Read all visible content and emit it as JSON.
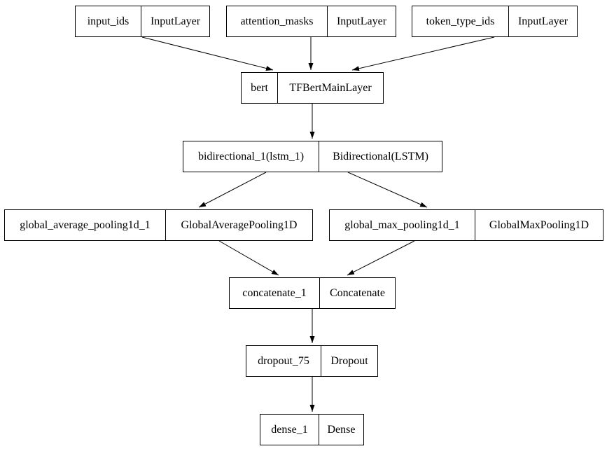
{
  "diagram": {
    "kind": "keras-model-graph",
    "colors": {
      "background": "#ffffff",
      "node_fill": "#ffffff",
      "node_border": "#000000",
      "edge": "#000000",
      "text": "#000000"
    },
    "nodes": [
      {
        "name": "input_ids",
        "layer_type": "InputLayer"
      },
      {
        "name": "attention_masks",
        "layer_type": "InputLayer"
      },
      {
        "name": "token_type_ids",
        "layer_type": "InputLayer"
      },
      {
        "name": "bert",
        "layer_type": "TFBertMainLayer"
      },
      {
        "name": "bidirectional_1(lstm_1)",
        "layer_type": "Bidirectional(LSTM)"
      },
      {
        "name": "global_average_pooling1d_1",
        "layer_type": "GlobalAveragePooling1D"
      },
      {
        "name": "global_max_pooling1d_1",
        "layer_type": "GlobalMaxPooling1D"
      },
      {
        "name": "concatenate_1",
        "layer_type": "Concatenate"
      },
      {
        "name": "dropout_75",
        "layer_type": "Dropout"
      },
      {
        "name": "dense_1",
        "layer_type": "Dense"
      }
    ],
    "edges": [
      {
        "from": "input_ids",
        "to": "bert"
      },
      {
        "from": "attention_masks",
        "to": "bert"
      },
      {
        "from": "token_type_ids",
        "to": "bert"
      },
      {
        "from": "bert",
        "to": "bidirectional_1(lstm_1)"
      },
      {
        "from": "bidirectional_1(lstm_1)",
        "to": "global_average_pooling1d_1"
      },
      {
        "from": "bidirectional_1(lstm_1)",
        "to": "global_max_pooling1d_1"
      },
      {
        "from": "global_average_pooling1d_1",
        "to": "concatenate_1"
      },
      {
        "from": "global_max_pooling1d_1",
        "to": "concatenate_1"
      },
      {
        "from": "concatenate_1",
        "to": "dropout_75"
      },
      {
        "from": "dropout_75",
        "to": "dense_1"
      }
    ]
  }
}
